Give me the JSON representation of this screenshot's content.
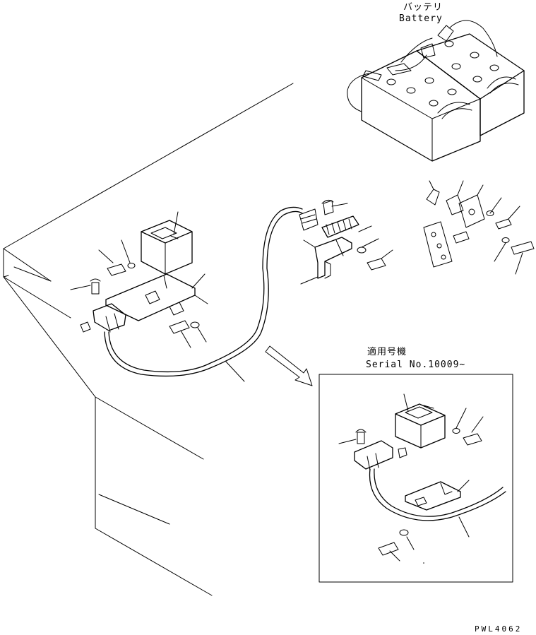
{
  "labels": {
    "battery_jp": "バッテリ",
    "battery_en": "Battery",
    "serial_jp": "適用号機",
    "serial_en": "Serial No.10009~",
    "drawing_code": "PWL4062"
  }
}
